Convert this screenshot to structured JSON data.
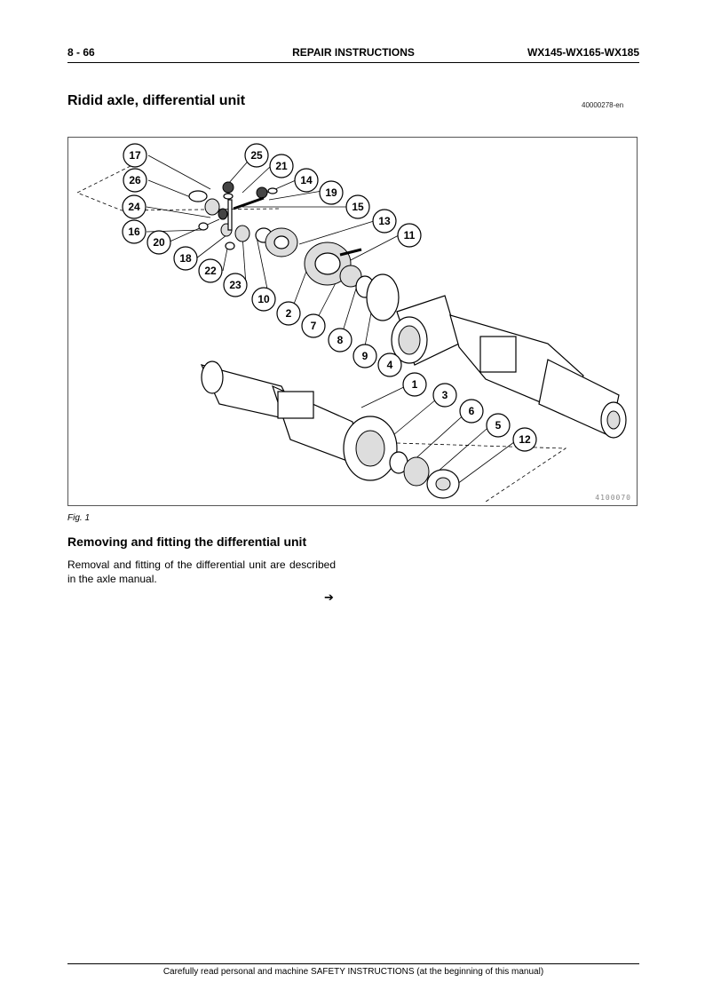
{
  "header": {
    "page_number": "8 - 66",
    "section": "REPAIR INSTRUCTIONS",
    "models": "WX145-WX165-WX185"
  },
  "title": "Ridid axle, differential unit",
  "doc_id": "40000278-en",
  "figure": {
    "code": "4100070",
    "caption": "Fig. 1",
    "callouts": [
      "17",
      "26",
      "24",
      "16",
      "20",
      "18",
      "22",
      "23",
      "25",
      "21",
      "14",
      "19",
      "15",
      "13",
      "11",
      "10",
      "2",
      "7",
      "8",
      "9",
      "4",
      "1",
      "3",
      "6",
      "5",
      "12"
    ]
  },
  "section_heading": "Removing and fitting the differential unit",
  "paragraph": "Removal and fitting of the differential unit are described in the axle manual.",
  "continue_arrow": "➔",
  "footer": "Carefully read personal and machine SAFETY INSTRUCTIONS (at the beginning of this manual)"
}
